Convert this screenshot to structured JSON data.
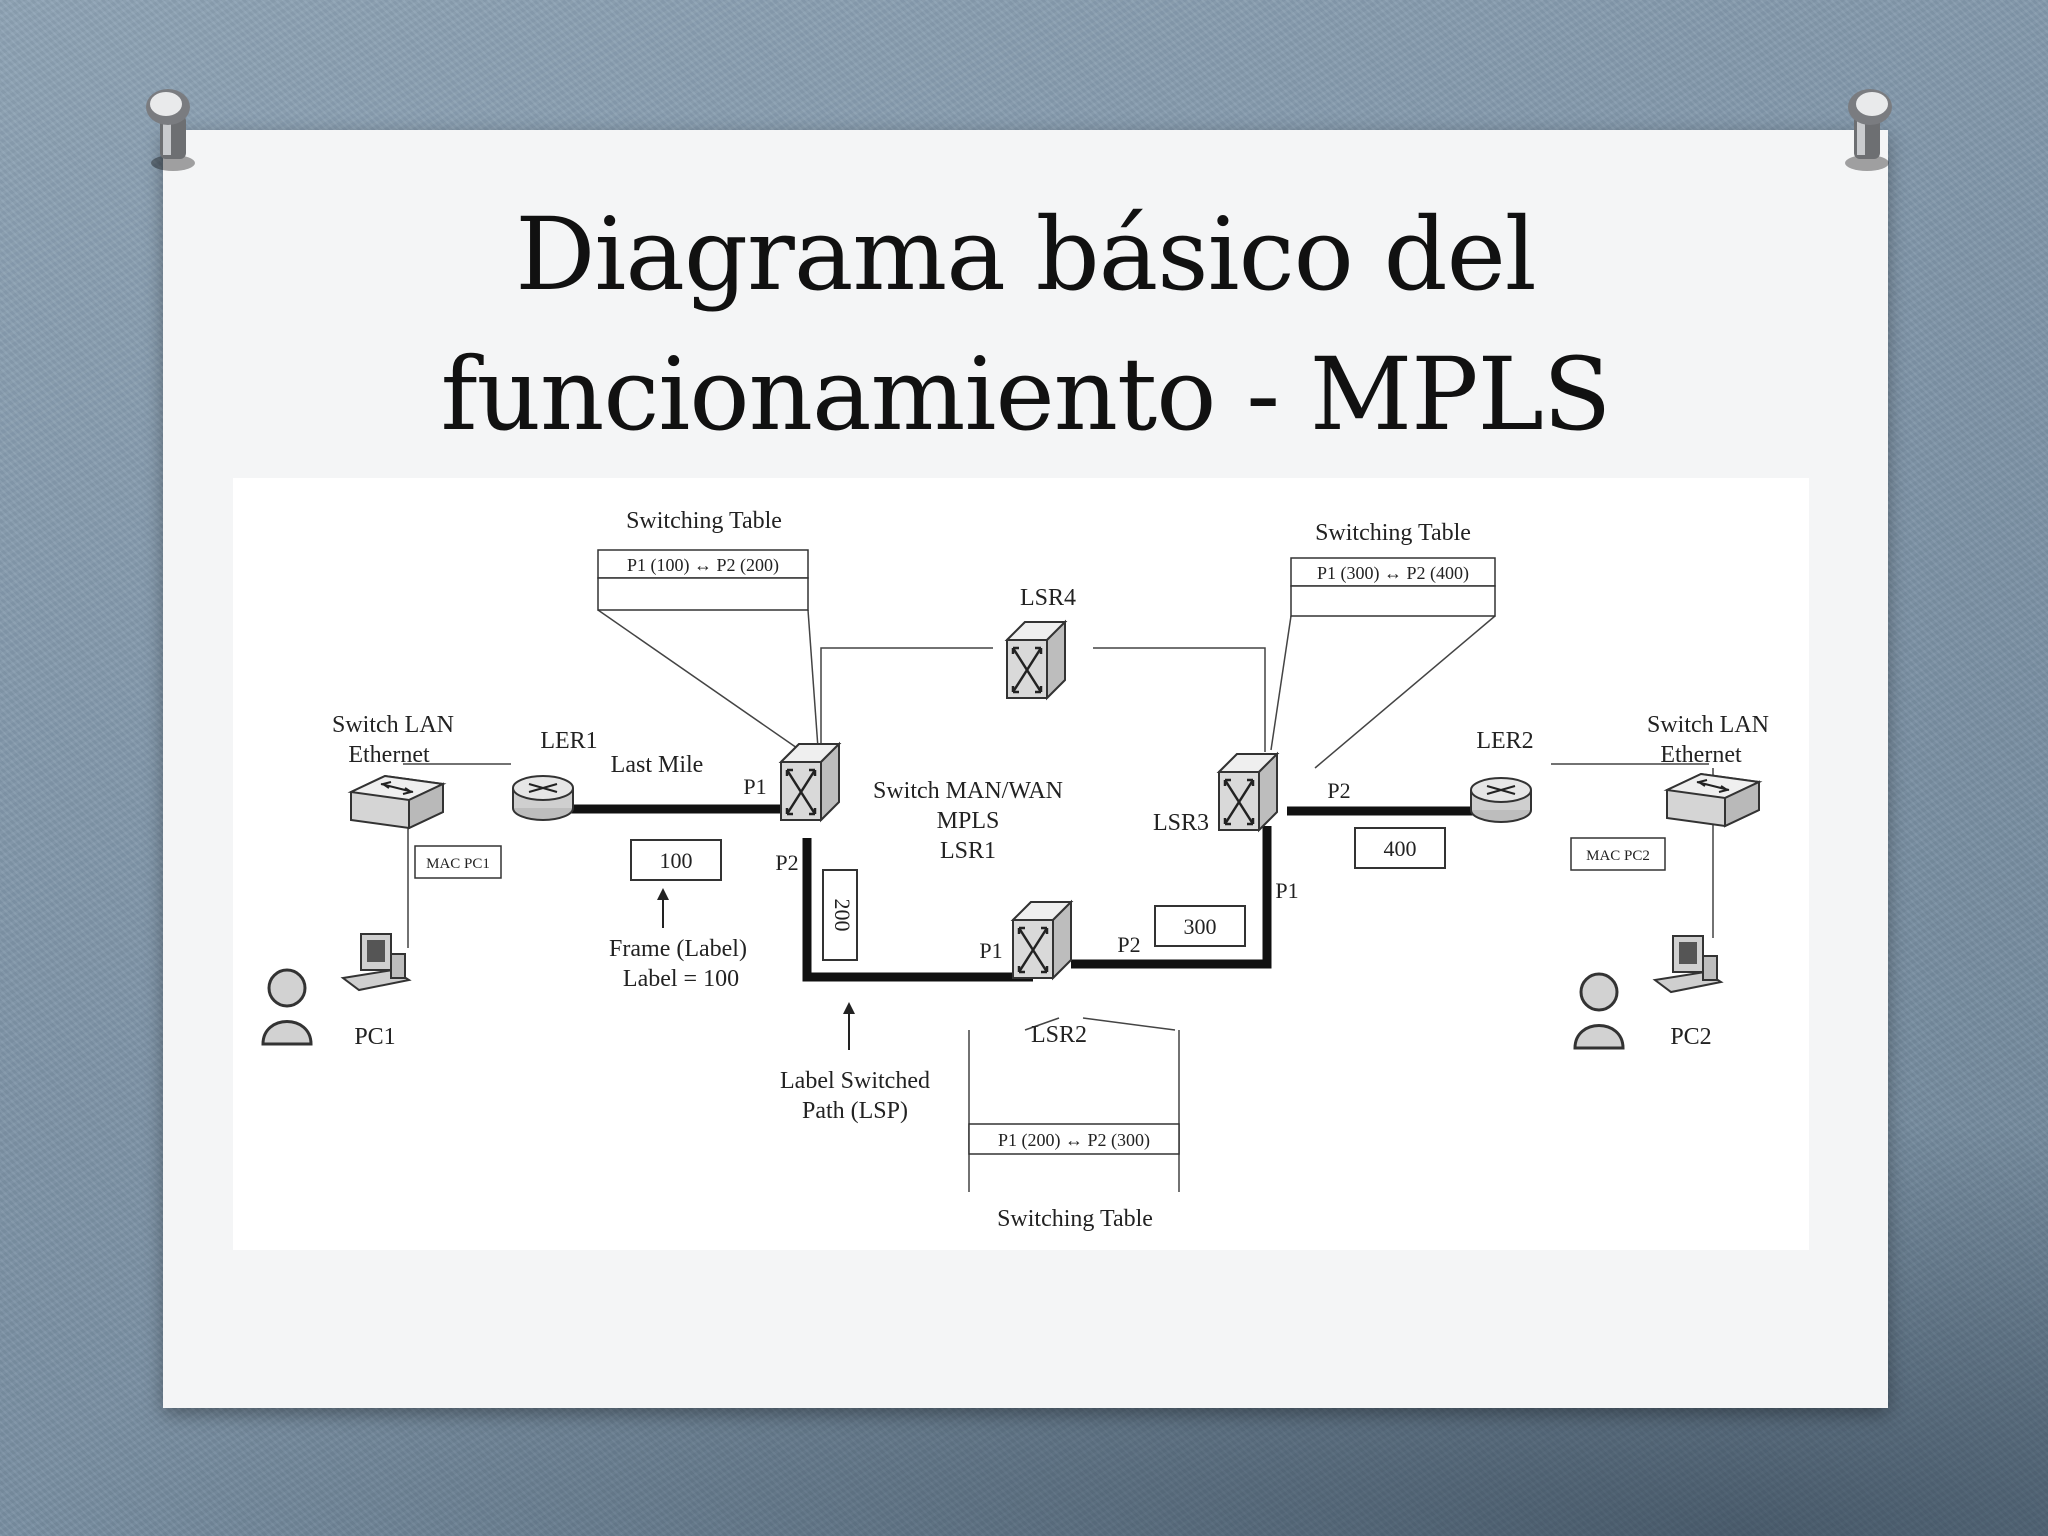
{
  "slide": {
    "title_line1": "Diagrama básico del",
    "title_line2": "funcionamiento - MPLS"
  },
  "diagram": {
    "switching_table_lsr1": {
      "heading": "Switching Table",
      "entry": "P1 (100) ↔ P2 (200)"
    },
    "switching_table_lsr3": {
      "heading": "Switching Table",
      "entry": "P1 (300) ↔ P2 (400)"
    },
    "switching_table_lsr2": {
      "heading": "Switching Table",
      "entry": "P1 (200) ↔ P2 (300)"
    },
    "lsr4_label": "LSR4",
    "left_switch": {
      "line1": "Switch LAN",
      "line2": "Ethernet",
      "mac": "MAC PC1"
    },
    "right_switch": {
      "line1": "Switch LAN",
      "line2": "Ethernet",
      "mac": "MAC PC2"
    },
    "ler1_label": "LER1",
    "ler2_label": "LER2",
    "last_mile": "Last Mile",
    "lsr1": {
      "line1": "Switch MAN/WAN",
      "line2": "MPLS",
      "line3": "LSR1",
      "p1": "P1",
      "p2": "P2"
    },
    "lsr3": {
      "name": "LSR3",
      "p1": "P1",
      "p2": "P2"
    },
    "lsr2": {
      "name": "LSR2",
      "p1": "P1",
      "p2": "P2"
    },
    "labels": {
      "l100": "100",
      "l200": "200",
      "l300": "300",
      "l400": "400"
    },
    "frame_label": {
      "line1": "Frame (Label)",
      "line2": "Label = 100"
    },
    "lsp_label": {
      "line1": "Label Switched",
      "line2": "Path (LSP)"
    },
    "pc1": "PC1",
    "pc2": "PC2"
  }
}
